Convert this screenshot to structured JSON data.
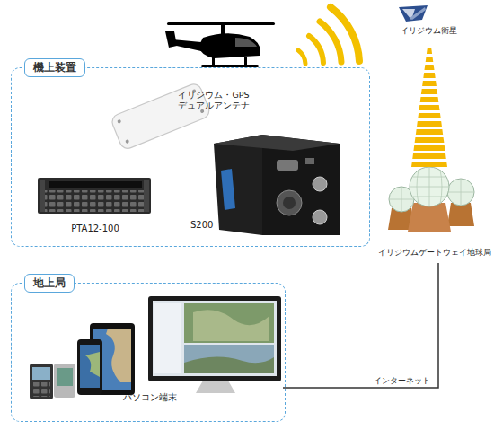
{
  "diagram": {
    "nodes": [
      {
        "text": [
          "機上装置"
        ]
      },
      {
        "text": [
          "イリジウム・GPS デュアルアンテナ"
        ],
        "in": 0
      },
      {
        "text": [
          "PTA12-100"
        ],
        "in": 0
      },
      {
        "text": [
          "S200"
        ],
        "in": 0
      },
      {
        "text": [
          "イリジウム衛星"
        ]
      },
      {
        "text": [
          "イリジウムゲートウェイ地球局"
        ]
      },
      {
        "text": [
          "地上局"
        ]
      },
      {
        "text": [
          "パソコン端末"
        ],
        "in": 6
      }
    ],
    "edges": [
      {
        "from": 4,
        "to": 5,
        "arrow": "none"
      },
      {
        "from": 5,
        "to": 7,
        "label": "インターネット",
        "arrow": "none"
      }
    ]
  }
}
